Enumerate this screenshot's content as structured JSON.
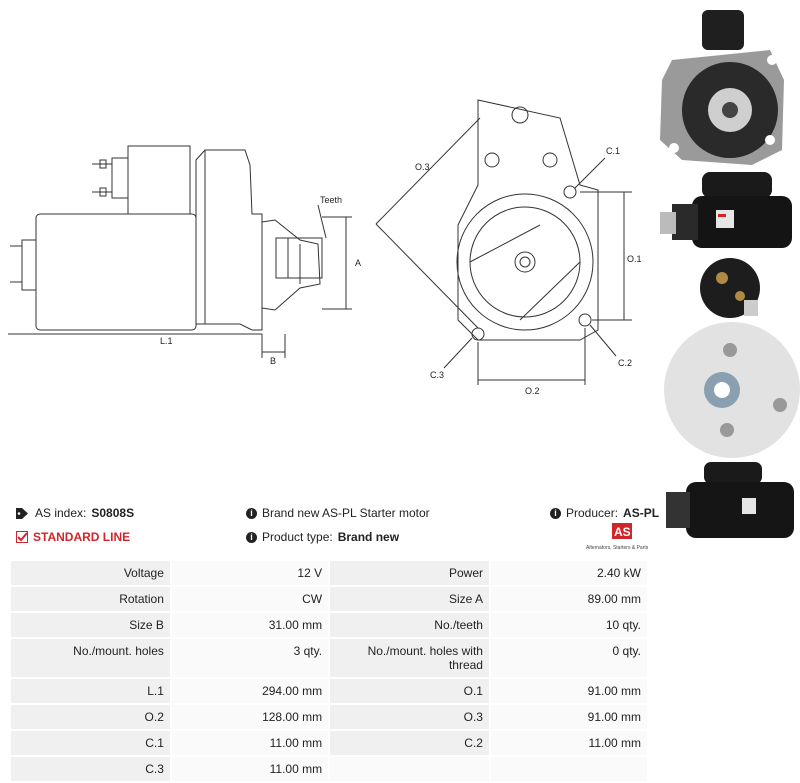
{
  "drawing_labels": {
    "teeth": "Teeth",
    "a": "A",
    "b": "B",
    "l1": "L.1",
    "o1": "O.1",
    "o2": "O.2",
    "o3": "O.3",
    "c1": "C.1",
    "c2": "C.2",
    "c3": "C.3"
  },
  "info": {
    "as_index_label": "AS index:",
    "as_index_value": "S0808S",
    "standard_line": "STANDARD LINE",
    "description": "Brand new AS-PL Starter motor",
    "product_type_label": "Product type:",
    "product_type_value": "Brand new",
    "producer_label": "Producer:",
    "producer_value": "AS-PL"
  },
  "logo": {
    "mark": "AS",
    "tagline": "Alternators, Starters & Parts"
  },
  "specs": [
    [
      {
        "k": "Voltage",
        "v": "12 V"
      },
      {
        "k": "Power",
        "v": "2.40 kW"
      }
    ],
    [
      {
        "k": "Rotation",
        "v": "CW"
      },
      {
        "k": "Size A",
        "v": "89.00 mm"
      }
    ],
    [
      {
        "k": "Size B",
        "v": "31.00 mm"
      },
      {
        "k": "No./teeth",
        "v": "10 qty."
      }
    ],
    [
      {
        "k": "No./mount. holes",
        "v": "3 qty."
      },
      {
        "k": "No./mount. holes with thread",
        "v": "0 qty."
      }
    ],
    [
      {
        "k": "L.1",
        "v": "294.00 mm"
      },
      {
        "k": "O.1",
        "v": "91.00 mm"
      }
    ],
    [
      {
        "k": "O.2",
        "v": "128.00 mm"
      },
      {
        "k": "O.3",
        "v": "91.00 mm"
      }
    ],
    [
      {
        "k": "C.1",
        "v": "11.00 mm"
      },
      {
        "k": "C.2",
        "v": "11.00 mm"
      }
    ],
    [
      {
        "k": "C.3",
        "v": "11.00 mm"
      },
      {
        "k": "",
        "v": ""
      }
    ]
  ],
  "colors": {
    "accent_red": "#d0262b",
    "cell_bg": "#f0f0f0",
    "line": "#333333"
  },
  "icons": {
    "tag": "tag-icon",
    "info": "info-icon",
    "check": "check-icon"
  }
}
